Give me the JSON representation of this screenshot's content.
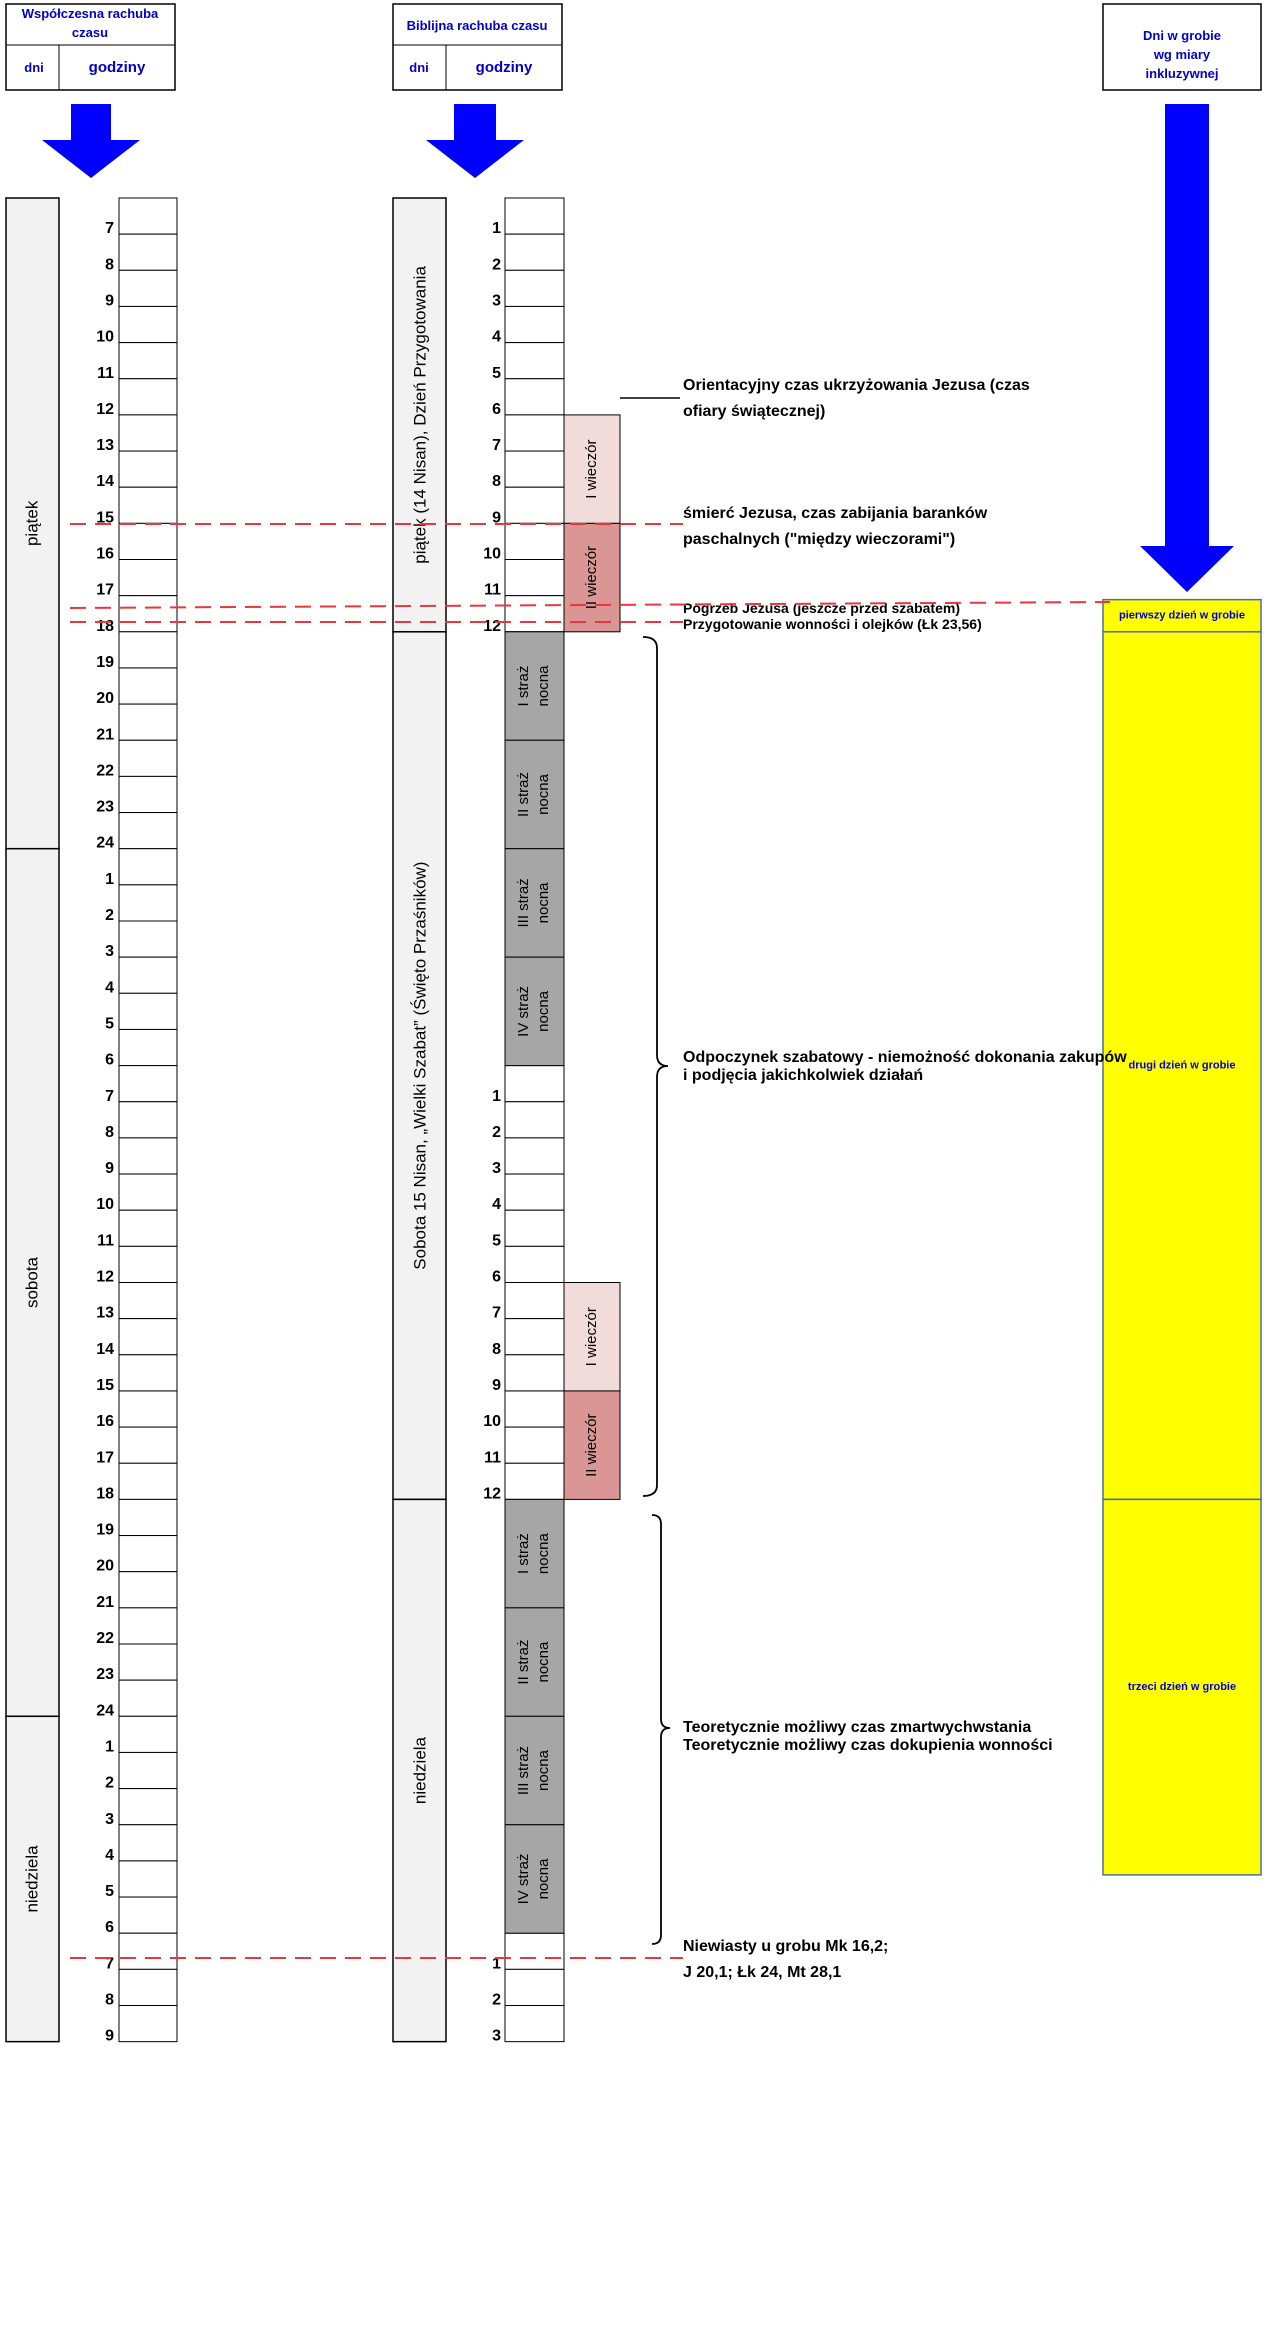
{
  "headers": {
    "modern": {
      "title": "Współczesna rachuba czasu",
      "col_days": "dni",
      "col_hours": "godziny"
    },
    "biblical": {
      "title": "Biblijna rachuba czasu",
      "col_days": "dni",
      "col_hours": "godziny"
    },
    "tomb": {
      "title": "Dni w grobie wg miary inkluzywnej"
    }
  },
  "modern_hours": [
    "7",
    "8",
    "9",
    "10",
    "11",
    "12",
    "13",
    "14",
    "15",
    "16",
    "17",
    "18",
    "19",
    "20",
    "21",
    "22",
    "23",
    "24",
    "1",
    "2",
    "3",
    "4",
    "5",
    "6",
    "7",
    "8",
    "9",
    "10",
    "11",
    "12",
    "13",
    "14",
    "15",
    "16",
    "17",
    "18",
    "19",
    "20",
    "21",
    "22",
    "23",
    "24",
    "1",
    "2",
    "3",
    "4",
    "5",
    "6",
    "7",
    "8",
    "9"
  ],
  "biblical_hours": [
    "1",
    "2",
    "3",
    "4",
    "5",
    "6",
    "7",
    "8",
    "9",
    "10",
    "11",
    "12",
    "",
    "",
    "",
    "",
    "",
    "",
    "",
    "",
    "",
    "",
    "",
    "",
    "1",
    "2",
    "3",
    "4",
    "5",
    "6",
    "7",
    "8",
    "9",
    "10",
    "11",
    "12",
    "",
    "",
    "",
    "",
    "",
    "",
    "",
    "",
    "",
    "",
    "",
    "",
    "1",
    "2",
    "3"
  ],
  "modern_days": [
    {
      "label": "piątek",
      "from": 0,
      "to": 18
    },
    {
      "label": "sobota",
      "from": 18,
      "to": 42
    },
    {
      "label": "niedziela",
      "from": 42,
      "to": 51
    }
  ],
  "biblical_days": [
    {
      "label": "piątek (14 Nisan), Dzień Przygotowania",
      "from": 0,
      "to": 12
    },
    {
      "label": "Sobota 15 Nisan, „Wielki Szabat” (Święto Przaśników)",
      "from": 12,
      "to": 36
    },
    {
      "label": "niedziela",
      "from": 36,
      "to": 51
    }
  ],
  "watches": [
    {
      "label": "I straż nocna",
      "from": 12,
      "to": 15
    },
    {
      "label": "II straż nocna",
      "from": 15,
      "to": 18
    },
    {
      "label": "III straż nocna",
      "from": 18,
      "to": 21
    },
    {
      "label": "IV straż nocna",
      "from": 21,
      "to": 24
    },
    {
      "label": "I straż nocna",
      "from": 36,
      "to": 39
    },
    {
      "label": "II straż nocna",
      "from": 39,
      "to": 42
    },
    {
      "label": "III straż nocna",
      "from": 42,
      "to": 45
    },
    {
      "label": "IV straż nocna",
      "from": 45,
      "to": 48
    }
  ],
  "evenings": [
    {
      "label": "I wieczór",
      "from": 6,
      "to": 9,
      "color": "#f2dcdb"
    },
    {
      "label": "II wieczór",
      "from": 9,
      "to": 12,
      "color": "#da9694"
    },
    {
      "label": "I wieczór",
      "from": 30,
      "to": 33,
      "color": "#f2dcdb"
    },
    {
      "label": "II wieczór",
      "from": 33,
      "to": 36,
      "color": "#da9694"
    }
  ],
  "annotations": {
    "crucifixion": [
      "Orientacyjny czas ukrzyżowania Jezusa (czas",
      "ofiary świątecznej)"
    ],
    "death": [
      "śmierć  Jezusa, czas zabijania baranków",
      "paschalnych (\"między wieczorami\")"
    ],
    "burial": "Pogrzeb Jezusa (jeszcze przed szabatem)",
    "ointments": "Przygotowanie wonności i olejków (Łk 23,56)",
    "sabbath": [
      "Odpoczynek szabatowy - niemożność dokonania zakupów",
      "i podjęcia jakichkolwiek działań"
    ],
    "resurrection": [
      "Teoretycznie możliwy czas zmartwychwstania",
      "Teoretycznie możliwy czas dokupienia wonności"
    ],
    "women": [
      "Niewiasty u grobu Mk 16,2;",
      "J 20,1; Łk 24, Mt 28,1"
    ]
  },
  "tomb_days": [
    {
      "label": "pierwszy dzień w grobie",
      "from": 11,
      "to": 12
    },
    {
      "label": "drugi dzień w grobie",
      "from": 12,
      "to": 36
    },
    {
      "label": "trzeci dzień w grobie",
      "from": 36,
      "to": 46
    }
  ],
  "colors": {
    "header_text": "#0000cc",
    "arrow": "#0000ff",
    "tomb_fill": "#ffff00",
    "tomb_border": "#4a6fa5",
    "day_fill": "#f2f2f2",
    "watch_fill": "#a6a6a6",
    "dashed_line": "#e8383d"
  }
}
